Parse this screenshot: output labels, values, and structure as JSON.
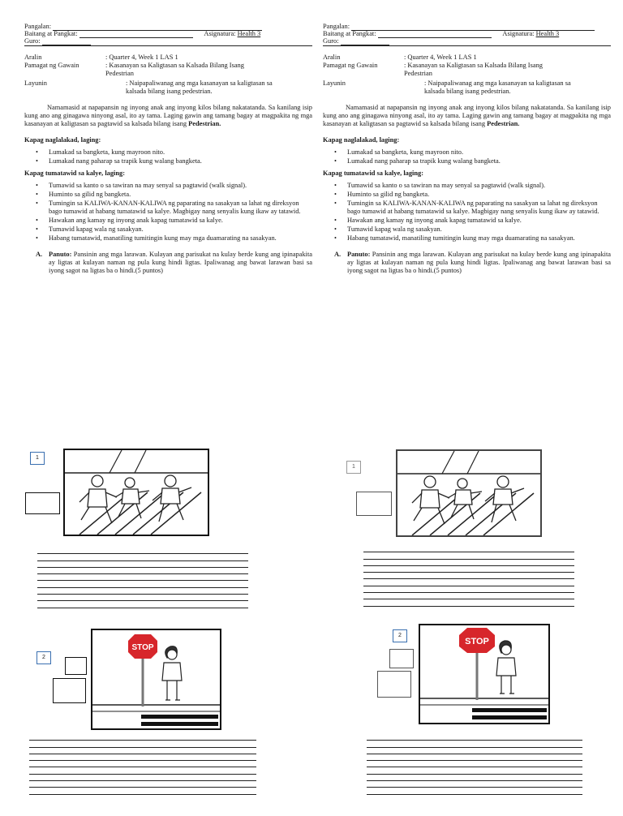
{
  "header": {
    "name_label": "Pangalan:",
    "grade_label": "Baitang at Pangkat:",
    "subject_label": "Asignatura:",
    "subject_value": "Health 3",
    "teacher_label": "Guro:"
  },
  "meta": {
    "lesson_label": "Aralin",
    "lesson_value": ": Quarter 4, Week 1 LAS 1",
    "title_label": "Pamagat ng Gawain",
    "title_value": ": Kasanayan sa Kaligtasan sa Kalsada Bilang Isang Pedestrian",
    "goal_label": "Layunin",
    "goal_value": ": Naipapaliwanag ang mga kasanayan sa kaligtasan sa kalsada bilang isang pedestrian."
  },
  "intro": {
    "text": "Namamasid at napapansin ng inyong anak ang inyong kilos bilang nakatatanda. Sa kanilang isip kung ano ang ginagawa ninyong asal, ito ay tama. Laging gawin ang tamang bagay at magpakita ng mga kasanayan at kaligtasan sa pagtawid sa kalsada bilang isang",
    "bold_end": "Pedestrian."
  },
  "walking": {
    "title": "Kapag naglalakad, laging:",
    "items": [
      "Lumakad sa bangketa, kung mayroon nito.",
      "Lumakad nang paharap sa trapik kung walang bangketa."
    ]
  },
  "crossing": {
    "title": "Kapag tumatawid sa kalye, laging:",
    "items": [
      "Tumawid sa kanto o sa tawiran na may senyal sa pagtawid (walk signal).",
      "Huminto sa gilid ng bangketa.",
      "Tumingin sa KALIWA-KANAN-KALIWA ng paparating na sasakyan sa lahat ng direksyon bago tumawid at habang tumatawid sa kalye. Magbigay nang senyalis kung ikaw ay tatawid.",
      "Hawakan ang kamay ng inyong anak kapag tumatawid sa kalye.",
      "Tumawid kapag wala ng sasakyan.",
      "Habang tumatawid, manatiling tumitingin kung may mga duamarating na sasakyan."
    ]
  },
  "task": {
    "label": "A.",
    "bold": "Panuto:",
    "text": "Pansinin ang mga larawan. Kulayan ang parisukat na kulay berde kung ang ipinapakita ay ligtas at kulayan naman ng pula kung hindi ligtas. Ipaliwanag ang bawat larawan basi sa iyong sagot na ligtas ba o hindi.(5 puntos)"
  },
  "pictures": {
    "n1": "1",
    "n2": "2",
    "stop_sign": "STOP"
  },
  "icons": {
    "pic1": "children-crossing-icon",
    "pic2": "girl-at-stop-sign-icon"
  },
  "colors": {
    "stop_red": "#d7262b",
    "box_blue": "#3a6fb0"
  }
}
